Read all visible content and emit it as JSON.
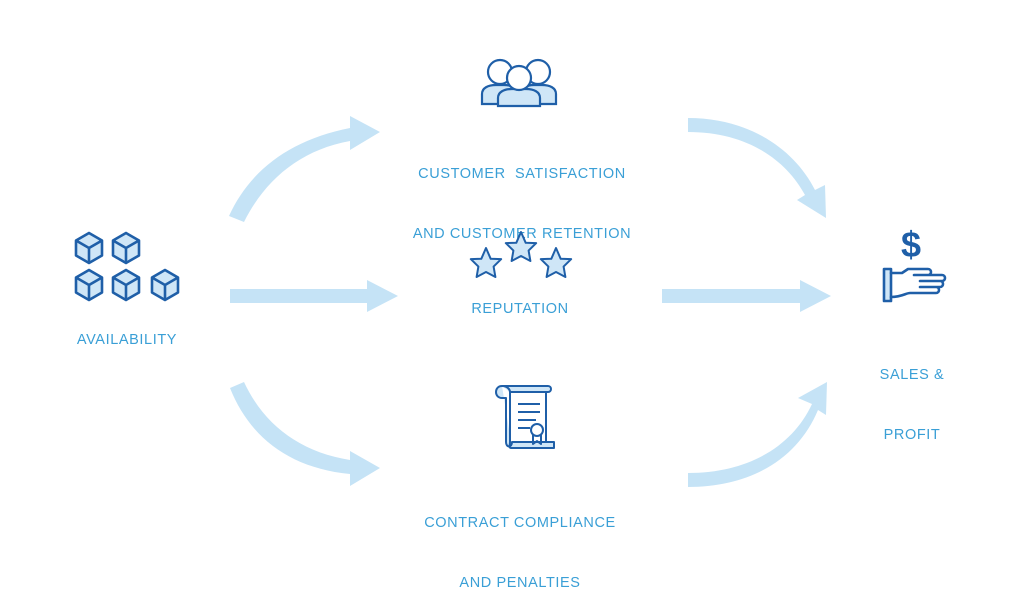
{
  "colors": {
    "arrow": "#c5e3f6",
    "icon_stroke": "#1f5fa8",
    "icon_fill": "#cfe6f7",
    "label": "#3a9fd6"
  },
  "nodes": {
    "availability": {
      "label": "AVAILABILITY",
      "icon": "cubes-icon"
    },
    "customer": {
      "label_line1": "CUSTOMER  SATISFACTION",
      "label_line2": "AND CUSTOMER RETENTION",
      "icon": "people-group-icon"
    },
    "reputation": {
      "label": "REPUTATION",
      "icon": "three-stars-icon"
    },
    "contract": {
      "label_line1": "CONTRACT COMPLIANCE",
      "label_line2": "AND PENALTIES",
      "icon": "scroll-certificate-icon"
    },
    "sales": {
      "label_line1": "SALES &",
      "label_line2": "PROFIT",
      "icon": "hand-dollar-icon"
    }
  },
  "edges": [
    {
      "from": "availability",
      "to": "customer",
      "shape": "curved-up"
    },
    {
      "from": "availability",
      "to": "reputation",
      "shape": "straight"
    },
    {
      "from": "availability",
      "to": "contract",
      "shape": "curved-down"
    },
    {
      "from": "customer",
      "to": "sales",
      "shape": "curved-down"
    },
    {
      "from": "reputation",
      "to": "sales",
      "shape": "straight"
    },
    {
      "from": "contract",
      "to": "sales",
      "shape": "curved-up"
    }
  ]
}
